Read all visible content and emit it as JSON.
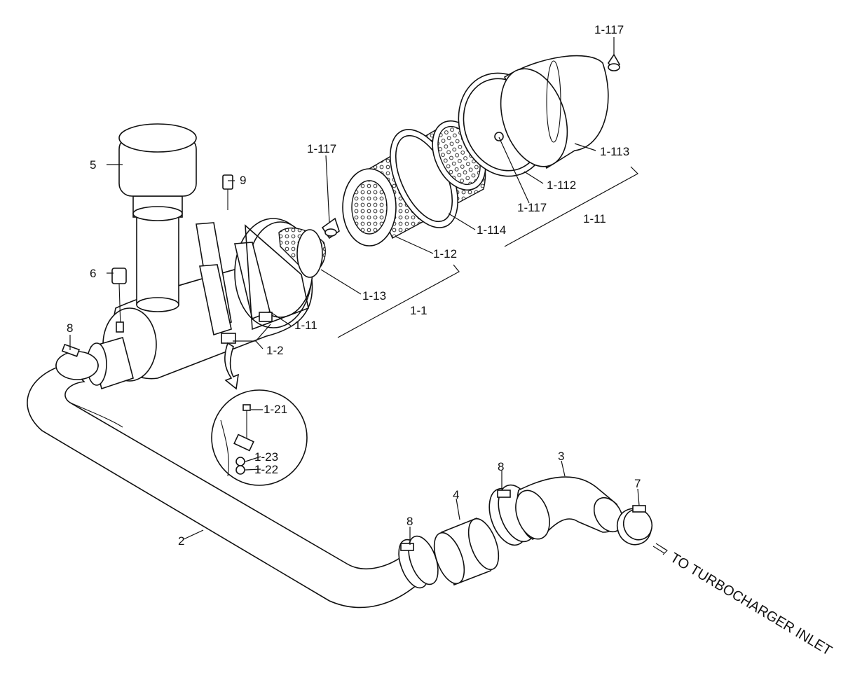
{
  "parts": {
    "p1_117a": "1-117",
    "p1_117b": "1-117",
    "p1_117c": "1-117",
    "p1_113": "1-113",
    "p1_112": "1-112",
    "p1_114": "1-114",
    "p1_11a": "1-11",
    "p1_11b": "1-11",
    "p1_12": "1-12",
    "p1_13": "1-13",
    "p1_1": "1-1",
    "p1_2": "1-2",
    "p1_21": "1-21",
    "p1_23": "1-23",
    "p1_22": "1-22",
    "p5": "5",
    "p9": "9",
    "p6": "6",
    "p8a": "8",
    "p8b": "8",
    "p8c": "8",
    "p4": "4",
    "p3": "3",
    "p7": "7",
    "p2": "2"
  },
  "note": "TO TURBOCHARGER INLET"
}
